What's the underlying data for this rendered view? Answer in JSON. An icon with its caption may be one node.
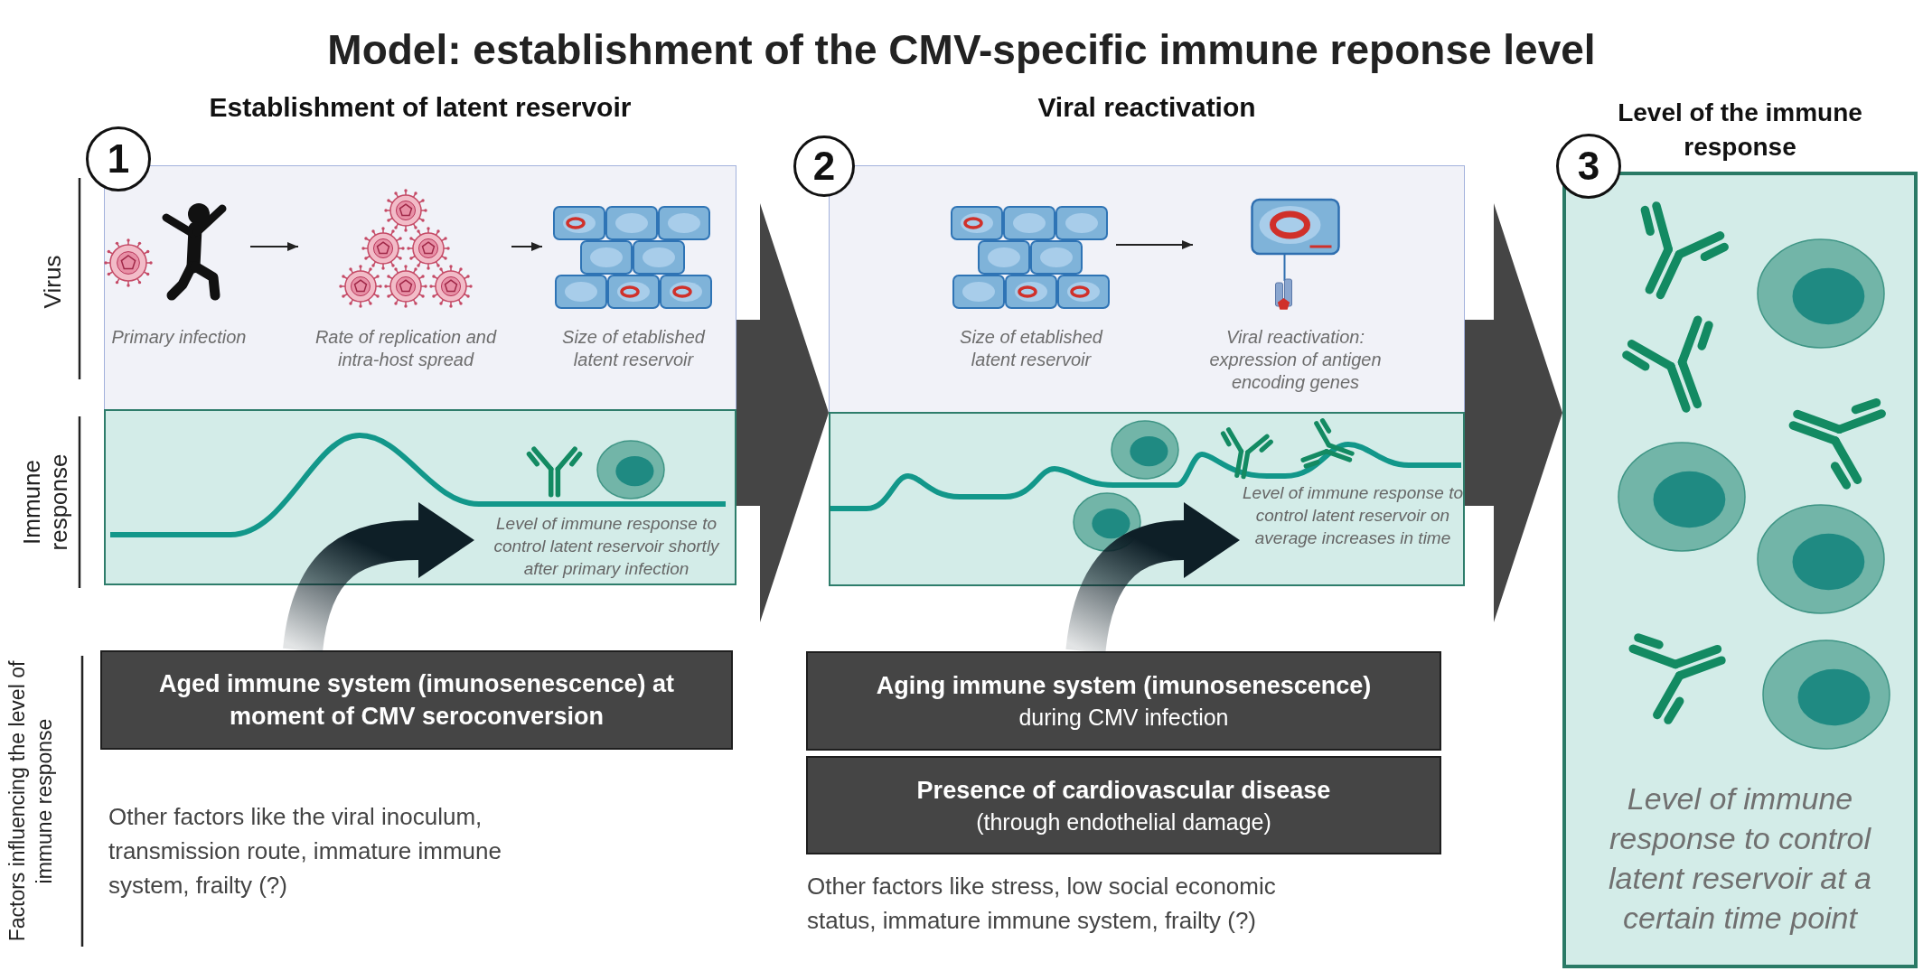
{
  "diagram": {
    "title": "Model: establishment of the CMV-specific immune reponse level",
    "nodes": [
      {
        "text": [
          "Establishment of latent reservoir"
        ]
      },
      {
        "text": [
          "1"
        ]
      },
      {
        "text": [
          "Primary infection"
        ],
        "in": 0
      },
      {
        "text": [
          "Rate of replication and intra-host spread"
        ],
        "in": 0
      },
      {
        "text": [
          "Size of etablished latent reservoir"
        ],
        "in": 0
      },
      {
        "text": [
          "Level of immune response to control latent reservoir shortly after primary infection"
        ],
        "in": 0
      },
      {
        "text": [
          "Viral reactivation"
        ]
      },
      {
        "text": [
          "2"
        ]
      },
      {
        "text": [
          "Size of etablished latent reservoir"
        ],
        "in": 6
      },
      {
        "text": [
          "Viral reactivation: expression of antigen encoding genes"
        ],
        "in": 6
      },
      {
        "text": [
          "Level of immune response to control latent reservoir on average increases in time"
        ],
        "in": 6
      },
      {
        "text": [
          "Level of the immune response",
          "Level of immune response to control latent reservoir at a certain time point"
        ]
      },
      {
        "text": [
          "3"
        ]
      },
      {
        "text": [
          "Aged immune system (imunosenescence) at moment of CMV seroconversion"
        ]
      },
      {
        "text": [
          "Aging immune system (imunosenescence)",
          "during CMV infection"
        ]
      },
      {
        "text": [
          "Presence of cardiovascular disease",
          "(through endothelial damage)"
        ]
      }
    ],
    "edges": [
      {
        "from": 2,
        "to": 3,
        "arrow": "to"
      },
      {
        "from": 3,
        "to": 4,
        "arrow": "to"
      },
      {
        "from": 8,
        "to": 9,
        "arrow": "to"
      },
      {
        "from": 0,
        "to": 6,
        "arrow": "to",
        "style": "thick",
        "color": "#454545"
      },
      {
        "from": 6,
        "to": 11,
        "arrow": "to",
        "style": "thick",
        "color": "#454545"
      },
      {
        "from": 13,
        "to": 5,
        "arrow": "to",
        "style": "thick",
        "color": "#0e1f27"
      },
      {
        "from": 14,
        "to": 10,
        "arrow": "to",
        "style": "thick",
        "color": "#0e1f27"
      }
    ],
    "labels": [
      "Virus",
      "Immune response",
      "Factors influencing the level of immune response",
      "Other factors like the viral inoculum, transmission route, immature immune system, frailty (?)",
      "Other factors like stress, low social economic status, immature immune system, frailty (?)"
    ]
  }
}
